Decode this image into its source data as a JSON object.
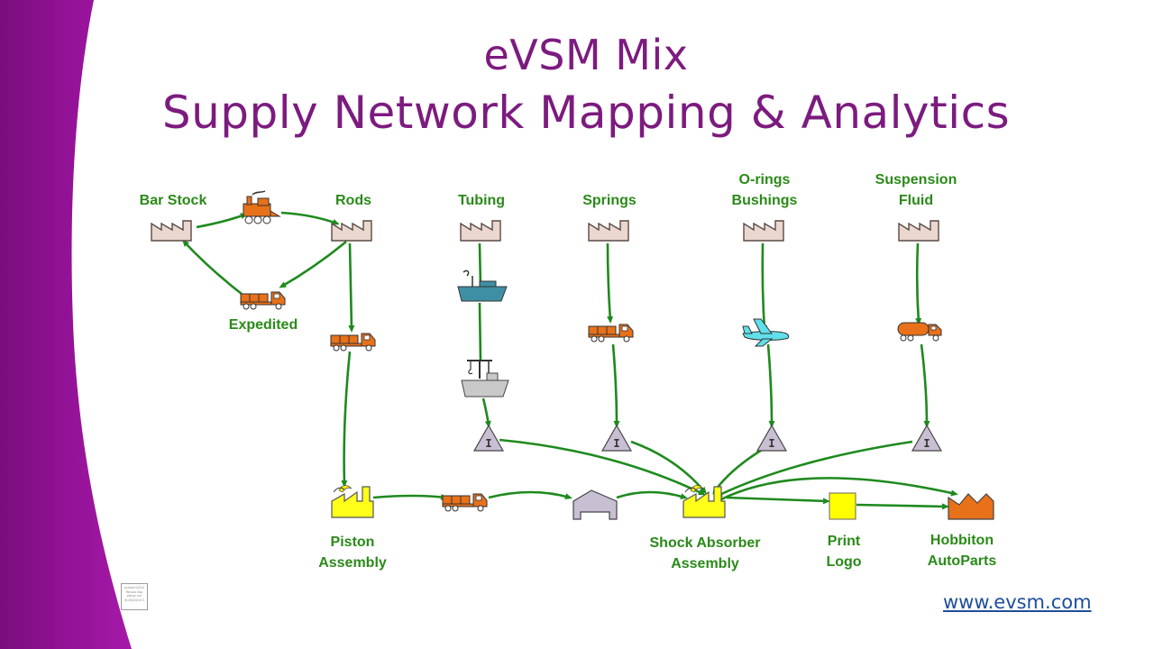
{
  "slide": {
    "title_line1": "eVSM Mix",
    "title_line2": "Supply Network Mapping & Analytics",
    "link": "www.evsm.com",
    "stamp_text": "svlmaf 04/10 Revwo exp ptmar nm 01/30/2015 S"
  },
  "colors": {
    "title": "#7c1b7f",
    "labels": "#2a8a18",
    "arrows": "#1e8a1e",
    "sidebar": "#8b0e8c",
    "supplier_factory": "#ead7cf",
    "process": "#ffff00",
    "customer": "#e8711a",
    "truck": "#e8711a",
    "ship": "#3f8fa4",
    "plane": "#5fe0ea"
  },
  "nodes": {
    "bar_stock": "Bar Stock",
    "rods": "Rods",
    "expedited": "Expedited",
    "tubing": "Tubing",
    "springs": "Springs",
    "orings": "O-rings\nBushings",
    "fluid": "Suspension\nFluid",
    "piston": "Piston\nAssembly",
    "shock": "Shock Absorber\nAssembly",
    "print": "Print\nLogo",
    "customer": "Hobbiton\nAutoParts"
  },
  "icons": {
    "supplier": "factory-icon",
    "train": "train-icon",
    "truck": "truck-icon",
    "ship": "ship-icon",
    "port": "port-crane-icon",
    "plane": "airplane-icon",
    "tanker": "tanker-truck-icon",
    "inventory": "inventory-triangle-icon",
    "process": "process-factory-icon",
    "warehouse": "warehouse-icon",
    "customer": "customer-factory-icon"
  },
  "inventory_marker": "I"
}
